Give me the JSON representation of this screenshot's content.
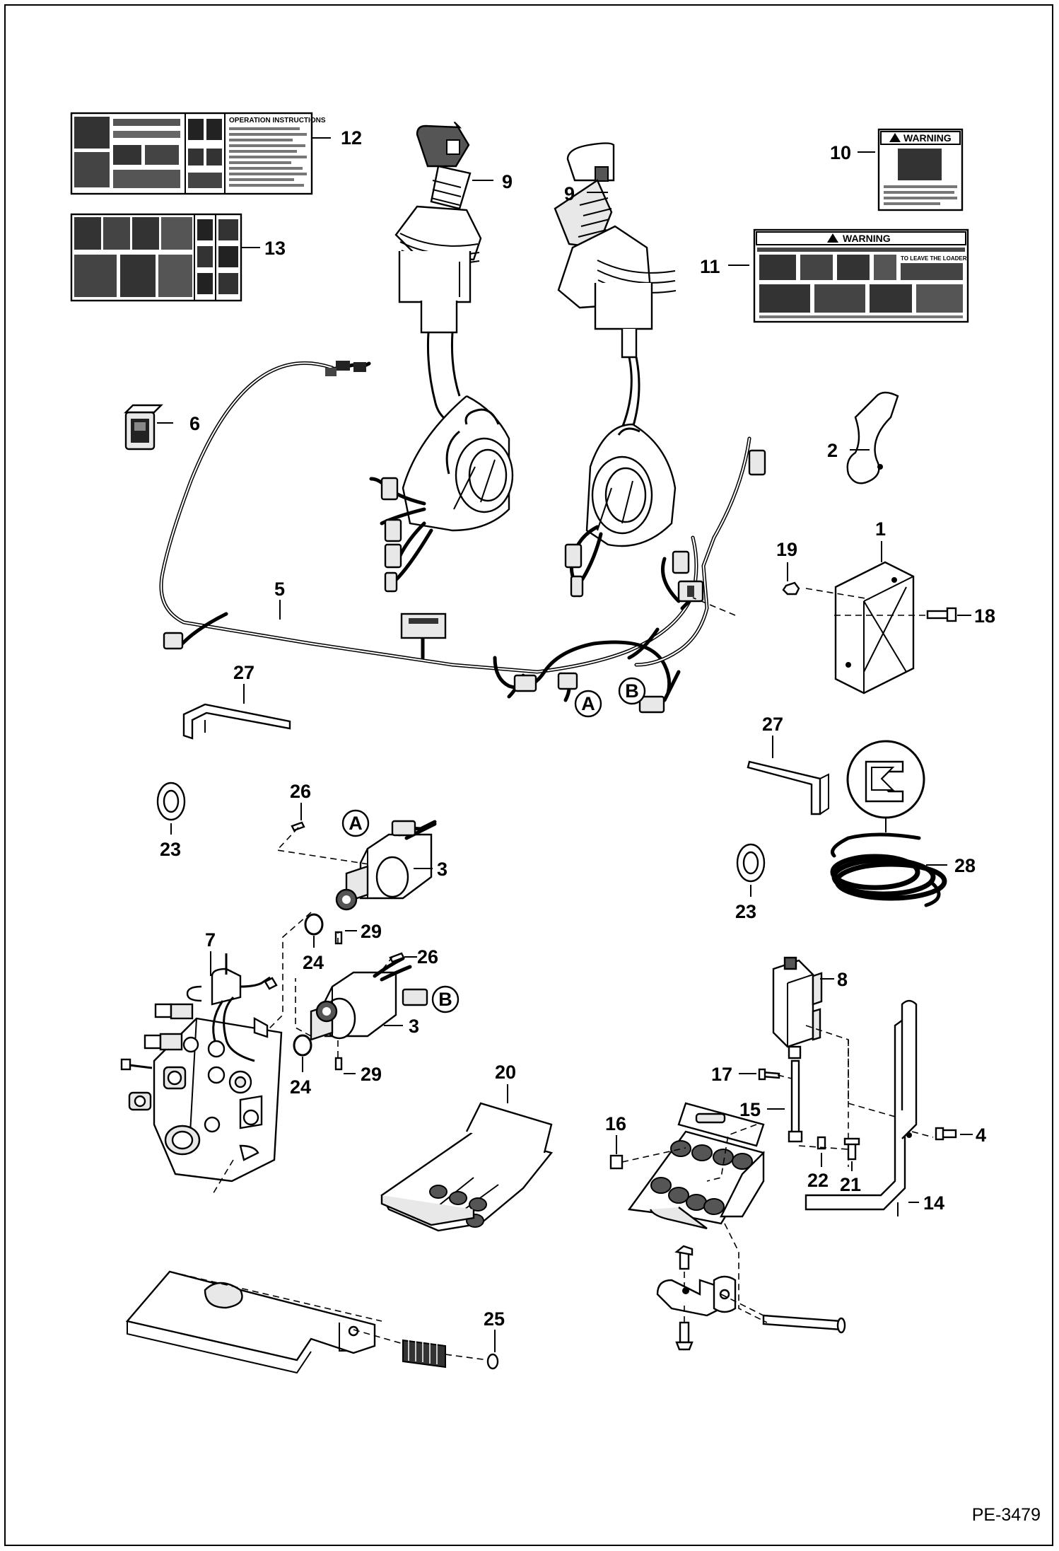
{
  "document_ref": "PE-3479",
  "labels": {
    "warning_heading": "WARNING",
    "operation_heading": "OPERATION INSTRUCTIONS",
    "leave_loader": "TO LEAVE THE LOADER"
  },
  "connectors": {
    "a": "A",
    "b": "B"
  },
  "callouts": [
    {
      "id": "c12",
      "num": "12"
    },
    {
      "id": "c9a",
      "num": "9"
    },
    {
      "id": "c9b",
      "num": "9"
    },
    {
      "id": "c10",
      "num": "10"
    },
    {
      "id": "c13",
      "num": "13"
    },
    {
      "id": "c11",
      "num": "11"
    },
    {
      "id": "c6",
      "num": "6"
    },
    {
      "id": "c2",
      "num": "2"
    },
    {
      "id": "c1",
      "num": "1"
    },
    {
      "id": "c19",
      "num": "19"
    },
    {
      "id": "c18",
      "num": "18"
    },
    {
      "id": "c5",
      "num": "5"
    },
    {
      "id": "c27a",
      "num": "27"
    },
    {
      "id": "c27b",
      "num": "27"
    },
    {
      "id": "c26a",
      "num": "26"
    },
    {
      "id": "c23a",
      "num": "23"
    },
    {
      "id": "c3a",
      "num": "3"
    },
    {
      "id": "c28",
      "num": "28"
    },
    {
      "id": "c23b",
      "num": "23"
    },
    {
      "id": "c7",
      "num": "7"
    },
    {
      "id": "c29a",
      "num": "29"
    },
    {
      "id": "c24a",
      "num": "24"
    },
    {
      "id": "c26b",
      "num": "26"
    },
    {
      "id": "c8",
      "num": "8"
    },
    {
      "id": "c3b",
      "num": "3"
    },
    {
      "id": "c24b",
      "num": "24"
    },
    {
      "id": "c29b",
      "num": "29"
    },
    {
      "id": "c20",
      "num": "20"
    },
    {
      "id": "c17",
      "num": "17"
    },
    {
      "id": "c15",
      "num": "15"
    },
    {
      "id": "c16",
      "num": "16"
    },
    {
      "id": "c4",
      "num": "4"
    },
    {
      "id": "c22",
      "num": "22"
    },
    {
      "id": "c21",
      "num": "21"
    },
    {
      "id": "c14",
      "num": "14"
    },
    {
      "id": "c25",
      "num": "25"
    }
  ]
}
